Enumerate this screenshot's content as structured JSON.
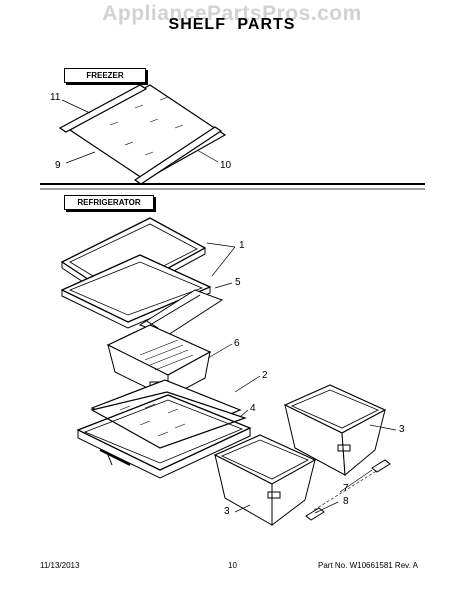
{
  "watermark": "AppliancePartsPros.com",
  "title": "SHELF PARTS",
  "sections": {
    "freezer": "FREEZER",
    "refrigerator": "REFRIGERATOR"
  },
  "callouts": {
    "c11": "11",
    "c9": "9",
    "c10": "10",
    "c1": "1",
    "c5": "5",
    "c6": "6",
    "c2": "2",
    "c4": "4",
    "c3a": "3",
    "c3b": "3",
    "c7": "7",
    "c8": "8"
  },
  "footer": {
    "date": "11/13/2013",
    "page": "10",
    "part": "Part No. W10661581  Rev. A"
  }
}
